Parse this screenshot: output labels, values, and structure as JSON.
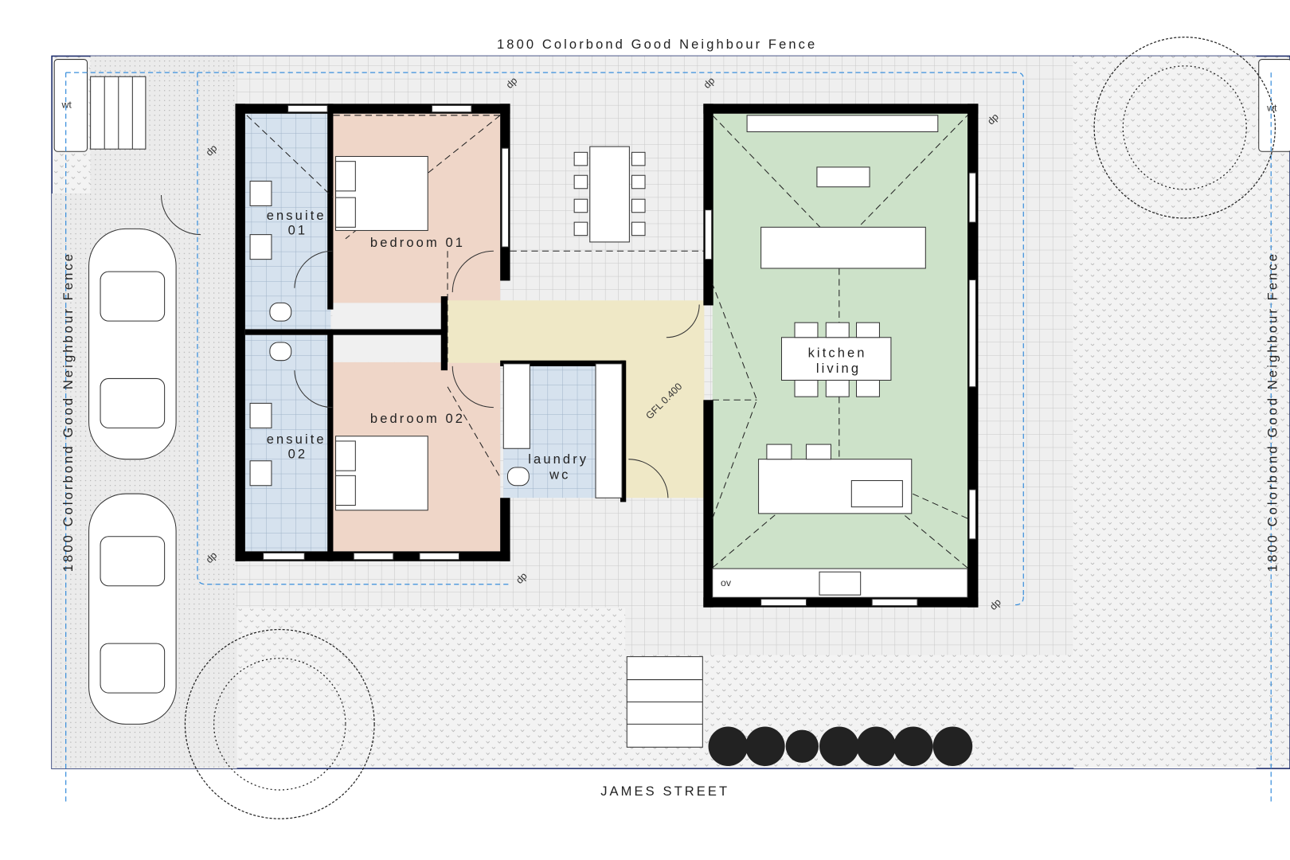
{
  "labels": {
    "fence_top": "1800 Colorbond Good Neighbour Fence",
    "fence_left": "1800 Colorbond Good Neighbour Fence",
    "fence_right": "1800 Colorbond Good Neighbour Fence",
    "street": "JAMES STREET",
    "wt_left": "wt",
    "wt_right": "wt",
    "gfl": "GFL 0.400",
    "ov": "ov",
    "dp": "dp"
  },
  "rooms": [
    {
      "name": "ensuite",
      "number": "01",
      "color": "#d6e2ee"
    },
    {
      "name": "bedroom 01",
      "color": "#efd6c8"
    },
    {
      "name": "ensuite",
      "number": "02",
      "color": "#d6e2ee"
    },
    {
      "name": "bedroom 02",
      "color": "#efd6c8"
    },
    {
      "name": "laundry",
      "number": "wc",
      "color": "#d6e2ee"
    },
    {
      "name": "kitchen",
      "number": "living",
      "color": "#cde2c9"
    }
  ],
  "colors": {
    "hall": "#efe8c6",
    "paving": "#ececec",
    "lawn": "#f2f2f2",
    "drainage": "#3a8fdc",
    "wall": "#000000"
  }
}
